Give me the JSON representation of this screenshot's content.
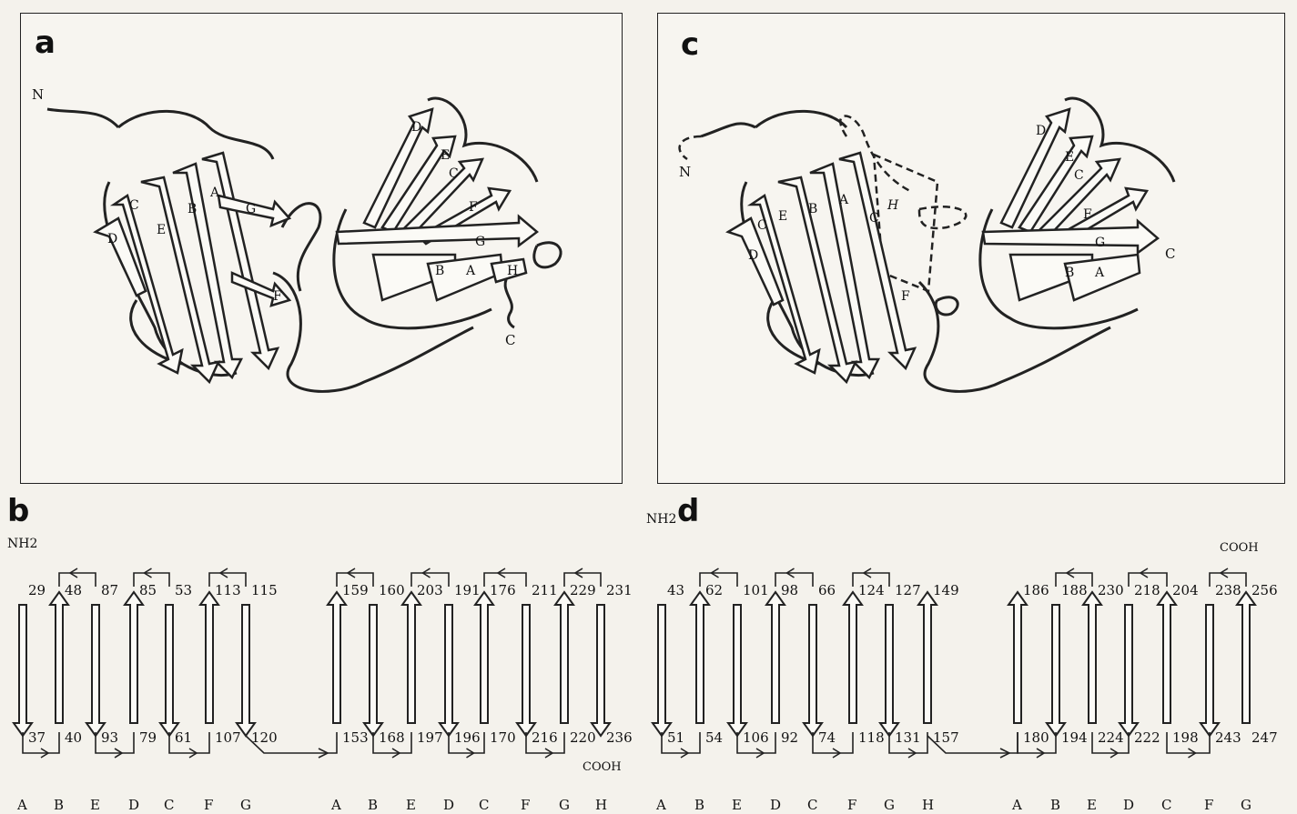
{
  "panels": {
    "a": {
      "letter": "a",
      "termini": {
        "n": "N",
        "c": "C"
      },
      "domain1_strands": [
        "C",
        "D",
        "E",
        "B",
        "A",
        "G",
        "F"
      ],
      "domain2_strands": [
        "D",
        "E",
        "C",
        "F",
        "G",
        "B",
        "A",
        "H"
      ]
    },
    "b": {
      "letter": "b",
      "start_label": "NH2",
      "end_label": "COOH",
      "strand_names": [
        "A",
        "B",
        "E",
        "D",
        "C",
        "F",
        "G",
        "A",
        "B",
        "E",
        "D",
        "C",
        "F",
        "G",
        "H"
      ],
      "top_numbers": [
        "29",
        "48",
        "87",
        "85",
        "53",
        "113",
        "115",
        "159",
        "160",
        "203",
        "191",
        "176",
        "211",
        "229",
        "231"
      ],
      "bottom_numbers": [
        "37",
        "40",
        "93",
        "79",
        "61",
        "107",
        "120",
        "153",
        "168",
        "197",
        "196",
        "170",
        "216",
        "220",
        "236"
      ]
    },
    "c": {
      "letter": "c",
      "termini": {
        "n": "N",
        "c": "C"
      },
      "domain1_strands": [
        "C",
        "D",
        "E",
        "B",
        "A",
        "C",
        "H",
        "F"
      ],
      "domain2_strands": [
        "D",
        "E",
        "C",
        "F",
        "G",
        "B",
        "A"
      ]
    },
    "d": {
      "letter": "d",
      "start_label": "NH2",
      "end_label": "COOH",
      "strand_names": [
        "A",
        "B",
        "E",
        "D",
        "C",
        "F",
        "G",
        "H",
        "A",
        "B",
        "E",
        "D",
        "C",
        "F",
        "G"
      ],
      "top_numbers": [
        "43",
        "62",
        "101",
        "98",
        "66",
        "124",
        "127",
        "149",
        "186",
        "188",
        "230",
        "218",
        "204",
        "238",
        "256"
      ],
      "bottom_numbers": [
        "51",
        "54",
        "106",
        "92",
        "74",
        "118",
        "131",
        "157",
        "180",
        "194",
        "224",
        "222",
        "198",
        "243",
        "247"
      ]
    }
  }
}
